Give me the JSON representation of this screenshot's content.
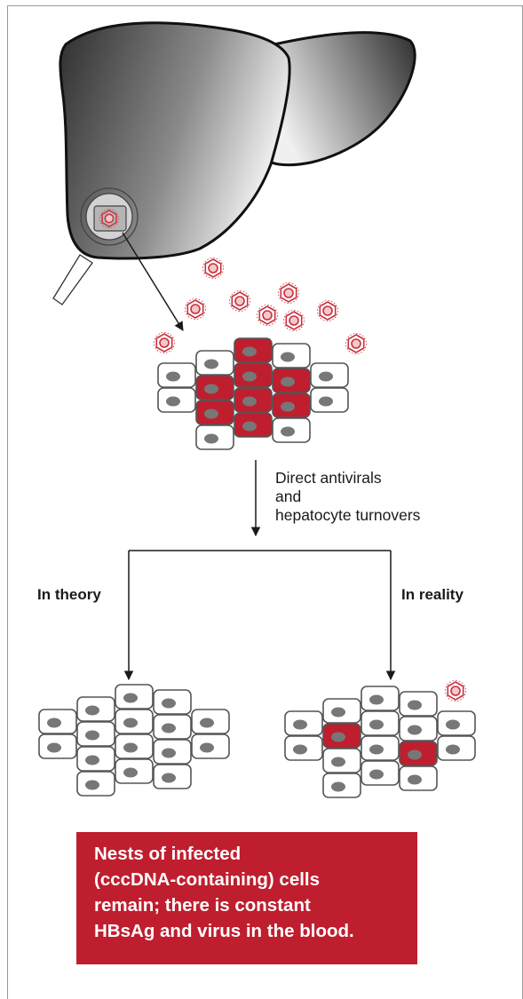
{
  "step_label": [
    "Direct antivirals",
    "and",
    "hepatocyte turnovers"
  ],
  "branches": {
    "theory": "In theory",
    "reality": "In reality"
  },
  "conclusion": [
    "Nests of infected",
    "(cccDNA-containing) cells",
    "remain; there is constant",
    "HBsAg and virus in the blood."
  ],
  "colors": {
    "infected_cell": "#bf1e2e",
    "virus": "#c8303c",
    "cell_outline": "#555555",
    "nucleus": "#777777",
    "liver_dark": "#3a3a3a",
    "liver_light": "#e8e8e8",
    "conclusion_bg": "#bf1e2e",
    "conclusion_text": "#ffffff"
  }
}
